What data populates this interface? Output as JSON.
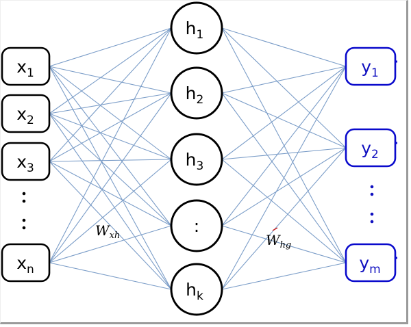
{
  "diagram": {
    "type": "fully-connected neural network",
    "colors": {
      "input_border": "#000000",
      "hidden_border": "#000000",
      "output_border": "#0a0acc",
      "output_text": "#1010c0",
      "connection": "#7b9dc8",
      "label_accent": "#cc2222"
    },
    "input_layer": {
      "nodes": [
        {
          "base": "x",
          "sub": "1"
        },
        {
          "base": "x",
          "sub": "2"
        },
        {
          "base": "x",
          "sub": "3"
        },
        {
          "base": "x",
          "sub": "n"
        }
      ],
      "ellipsis": ":"
    },
    "hidden_layer": {
      "nodes": [
        {
          "base": "h",
          "sub": "1"
        },
        {
          "base": "h",
          "sub": "2"
        },
        {
          "base": "h",
          "sub": "3"
        },
        {
          "base": ":",
          "sub": ""
        },
        {
          "base": "h",
          "sub": "k"
        }
      ]
    },
    "output_layer": {
      "nodes": [
        {
          "base": "y",
          "sub": "1"
        },
        {
          "base": "y",
          "sub": "2"
        },
        {
          "base": "y",
          "sub": "m"
        }
      ],
      "ellipsis": ":"
    },
    "weight_labels": [
      {
        "base": "W",
        "sub": "xh"
      },
      {
        "base": "W",
        "sub": "hg"
      }
    ]
  }
}
